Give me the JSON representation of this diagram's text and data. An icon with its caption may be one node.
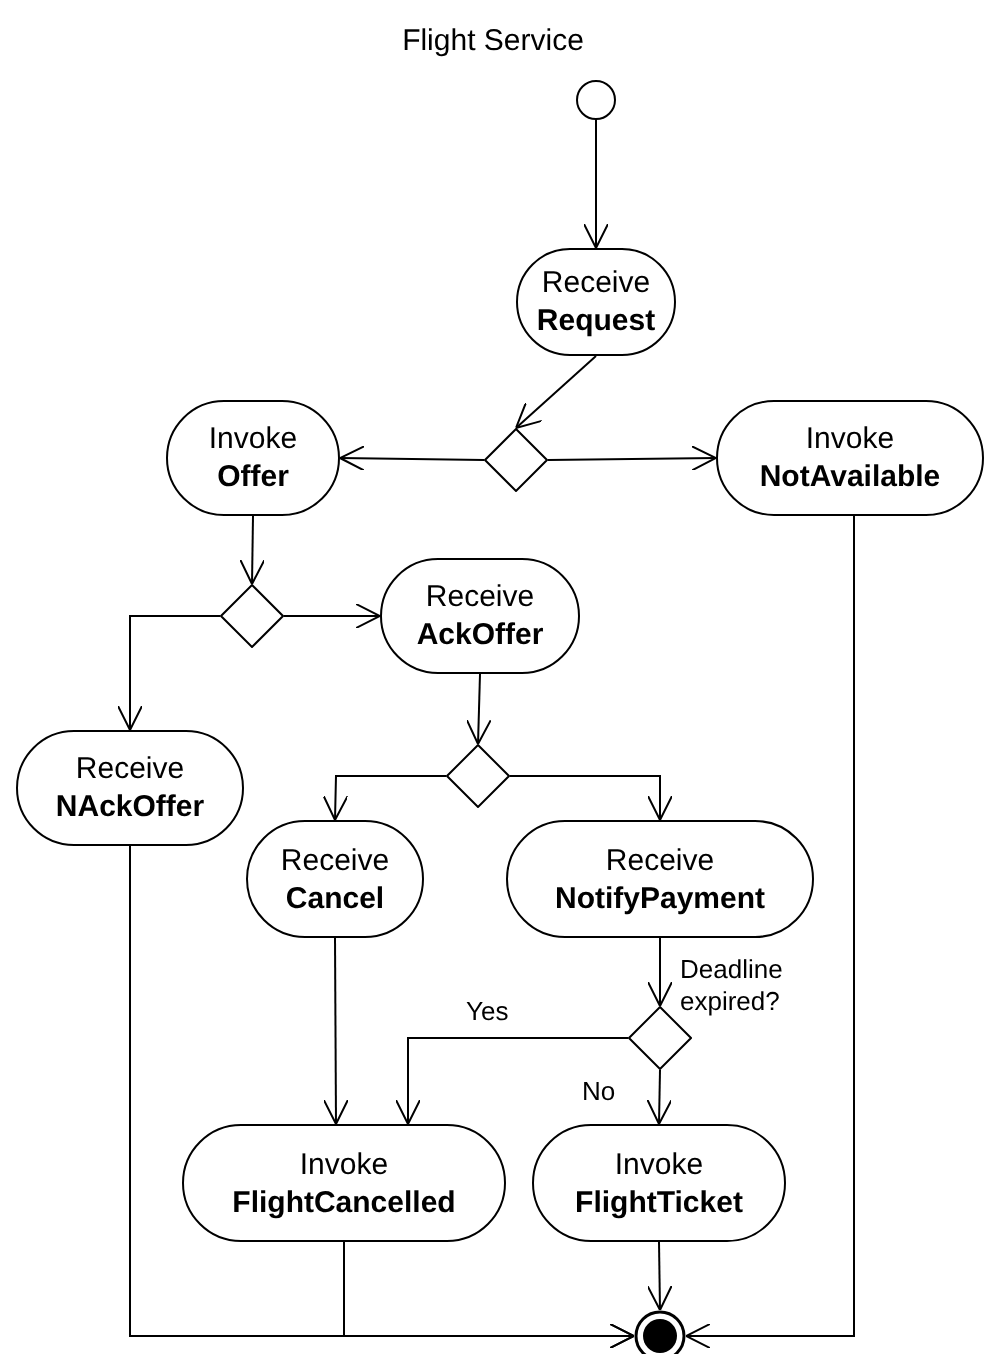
{
  "diagram": {
    "title": "Flight Service",
    "nodes": [
      {
        "text": [],
        "shape": "circle"
      },
      {
        "text": [
          "Receive",
          "Request"
        ]
      },
      {
        "text": [],
        "shape": "diamond"
      },
      {
        "text": [
          "Invoke",
          "Offer"
        ]
      },
      {
        "text": [
          "Invoke",
          "NotAvailable"
        ]
      },
      {
        "text": [],
        "shape": "diamond"
      },
      {
        "text": [
          "Receive",
          "AckOffer"
        ]
      },
      {
        "text": [
          "Receive",
          "NAckOffer"
        ]
      },
      {
        "text": [],
        "shape": "diamond"
      },
      {
        "text": [
          "Receive",
          "Cancel"
        ]
      },
      {
        "text": [
          "Receive",
          "NotifyPayment"
        ]
      },
      {
        "text": [],
        "shape": "diamond",
        "beside": [
          "Deadline expired?"
        ]
      },
      {
        "text": [
          "Invoke",
          "FlightCancelled"
        ]
      },
      {
        "text": [
          "Invoke",
          "FlightTicket"
        ]
      },
      {
        "text": [],
        "shape": "circle"
      }
    ],
    "edges": [
      {
        "from": 0,
        "to": 1,
        "arrow": "to"
      },
      {
        "from": 1,
        "to": 2,
        "arrow": "to"
      },
      {
        "from": 2,
        "to": 3,
        "arrow": "to"
      },
      {
        "from": 2,
        "to": 4,
        "arrow": "to"
      },
      {
        "from": 3,
        "to": 5,
        "arrow": "to"
      },
      {
        "from": 5,
        "to": 6,
        "arrow": "to"
      },
      {
        "from": 5,
        "to": 7,
        "arrow": "to"
      },
      {
        "from": 6,
        "to": 8,
        "arrow": "to"
      },
      {
        "from": 8,
        "to": 9,
        "arrow": "to"
      },
      {
        "from": 8,
        "to": 10,
        "arrow": "to"
      },
      {
        "from": 10,
        "to": 11,
        "arrow": "to"
      },
      {
        "from": 11,
        "to": 12,
        "arrow": "to",
        "label": "Yes"
      },
      {
        "from": 11,
        "to": 13,
        "arrow": "to",
        "label": "No"
      },
      {
        "from": 9,
        "to": 12,
        "arrow": "to"
      },
      {
        "from": 7,
        "to": 14,
        "arrow": "to"
      },
      {
        "from": 12,
        "to": 14,
        "arrow": "to"
      },
      {
        "from": 13,
        "to": 14,
        "arrow": "to"
      },
      {
        "from": 4,
        "to": 14,
        "arrow": "to"
      }
    ]
  }
}
